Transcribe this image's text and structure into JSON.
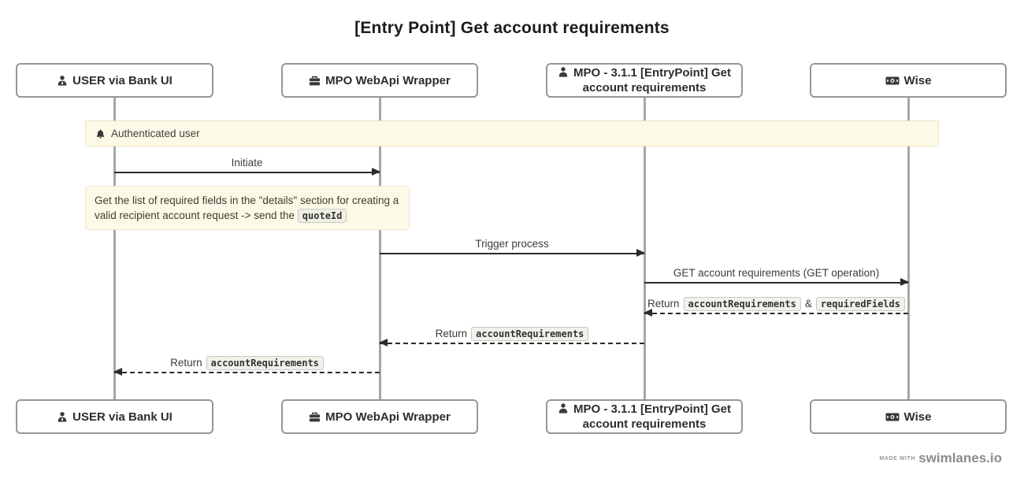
{
  "title": "[Entry Point] Get account requirements",
  "actors": [
    {
      "label": "USER via Bank UI",
      "icon": "user-tie-icon"
    },
    {
      "label": "MPO WebApi Wrapper",
      "icon": "briefcase-icon"
    },
    {
      "label": "MPO - 3.1.1 [EntryPoint] Get account requirements",
      "icon": "person-icon"
    },
    {
      "label": "Wise",
      "icon": "money-bill-icon"
    }
  ],
  "banner": {
    "label": "Authenticated user",
    "icon": "bell-icon",
    "bg_color": "#fdf9e7"
  },
  "note": {
    "text": "Get the list of required fields in the \"details\" section for creating a valid recipient account request -> send the",
    "code": "quoteId"
  },
  "messages": [
    {
      "label": "Initiate",
      "type": "solid",
      "direction": "right"
    },
    {
      "label": "Trigger process",
      "type": "solid",
      "direction": "right"
    },
    {
      "label": "GET account requirements (GET operation)",
      "type": "solid",
      "direction": "right"
    },
    {
      "prefix": "Return",
      "code1": "accountRequirements",
      "separator": "&",
      "code2": "requiredFields",
      "type": "dashed",
      "direction": "left"
    },
    {
      "prefix": "Return",
      "code1": "accountRequirements",
      "type": "dashed",
      "direction": "left"
    },
    {
      "prefix": "Return",
      "code1": "accountRequirements",
      "type": "dashed",
      "direction": "left"
    }
  ],
  "footer": {
    "made_with": "MADE WITH",
    "brand": "swimlanes.io"
  },
  "colors": {
    "arrow": "#2b2b2b",
    "lifeline": "#a6a6a6",
    "box_border": "#979797",
    "note_bg": "#fdf9e7"
  }
}
